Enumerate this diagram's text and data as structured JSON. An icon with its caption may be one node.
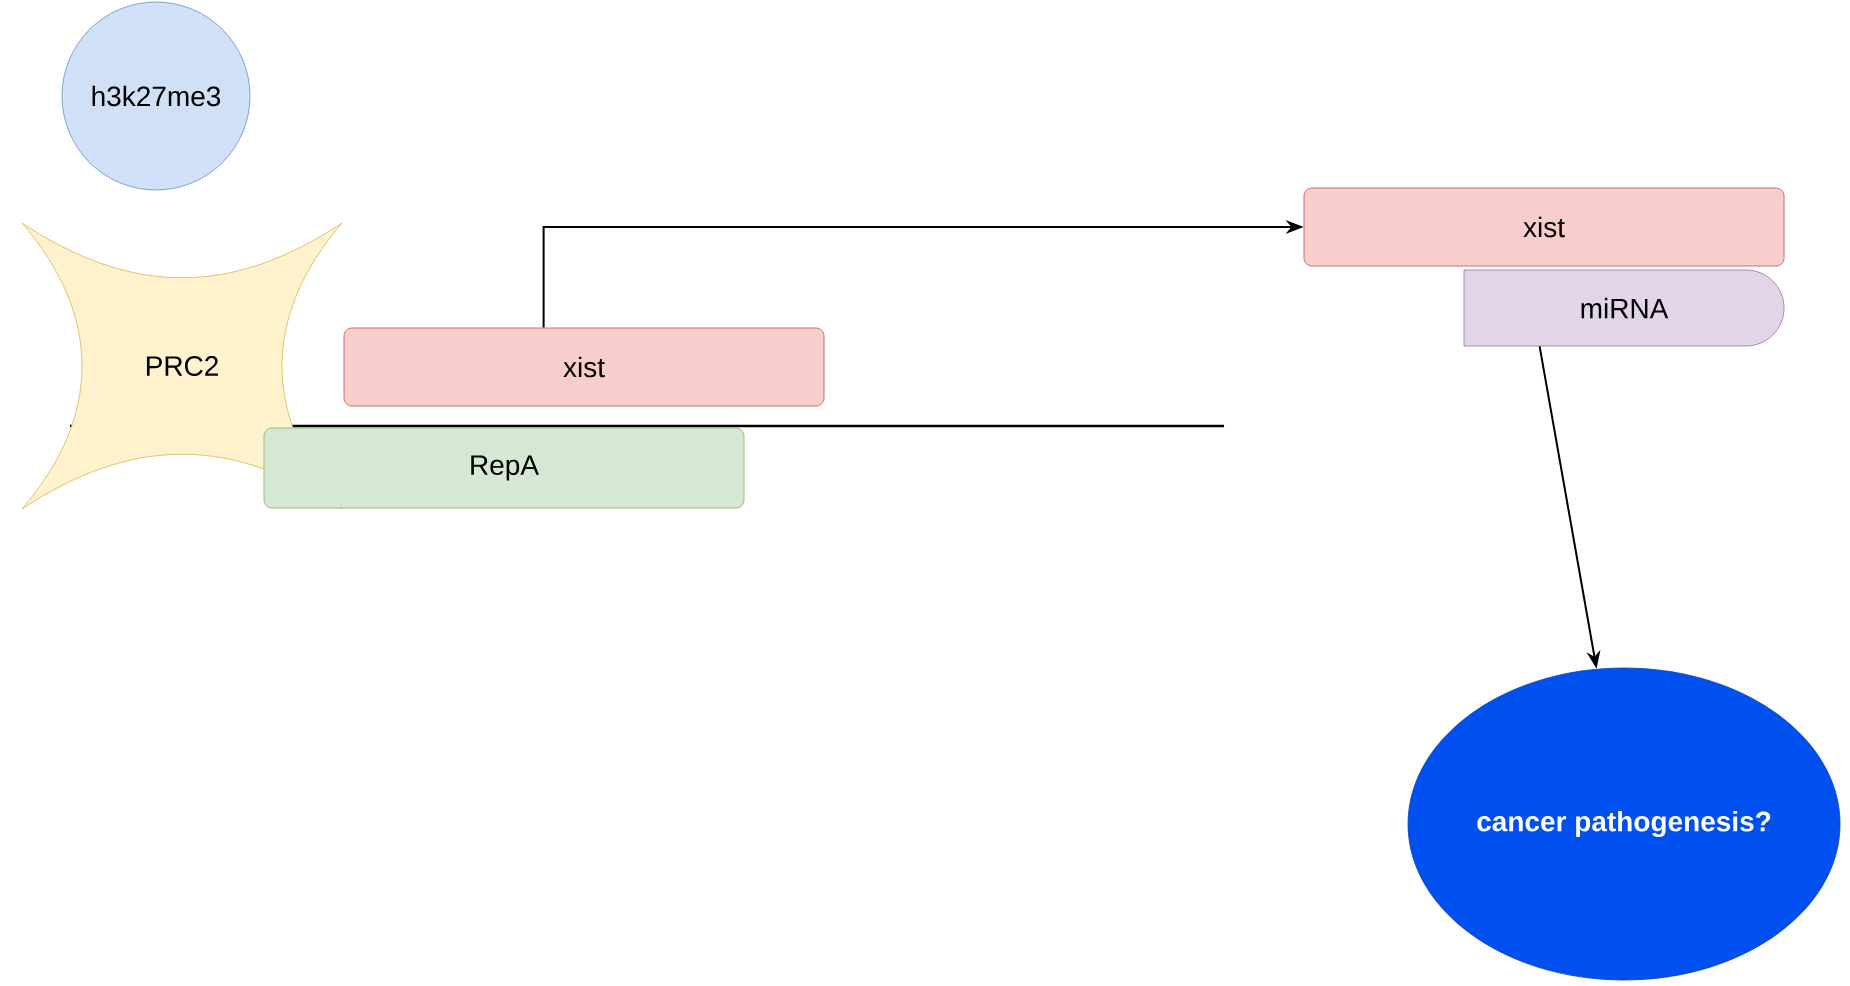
{
  "diagram": {
    "nodes": [
      {
        "text": [
          "h3k27me3"
        ]
      },
      {
        "text": [
          "PRC2"
        ]
      },
      {
        "text": [
          "xist"
        ]
      },
      {
        "text": [
          "RepA"
        ]
      },
      {
        "text": [
          "xist"
        ]
      },
      {
        "text": [
          "miRNA"
        ]
      },
      {
        "text": [
          "cancer pathogenesis?"
        ]
      }
    ],
    "edges": [
      {
        "from": 2,
        "to": 4,
        "arrow": "to"
      },
      {
        "from": 5,
        "to": 6,
        "arrow": "to"
      }
    ]
  }
}
